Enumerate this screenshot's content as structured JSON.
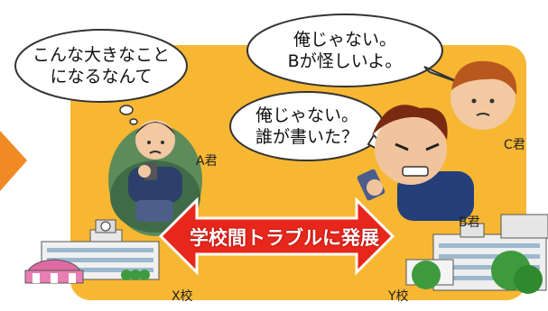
{
  "bubbles": {
    "a_thought": {
      "line1": "こんな大きなこと",
      "line2": "になるなんて"
    },
    "b_upper": {
      "line1": "俺じゃない。",
      "line2": "Bが怪しいよ。"
    },
    "b_lower": {
      "line1": "俺じゃない。",
      "line2": "誰が書いた？"
    }
  },
  "characters": {
    "a": "A君",
    "b": "B君",
    "c": "C君"
  },
  "schools": {
    "x": "X校",
    "y": "Y校"
  },
  "arrow_caption": "学校間トラブルに発展",
  "colors": {
    "background_panel": "#f7b733",
    "left_chevron": "#f08a23",
    "arrow": "#e8271c",
    "arrow_outline": "#ffffff"
  }
}
